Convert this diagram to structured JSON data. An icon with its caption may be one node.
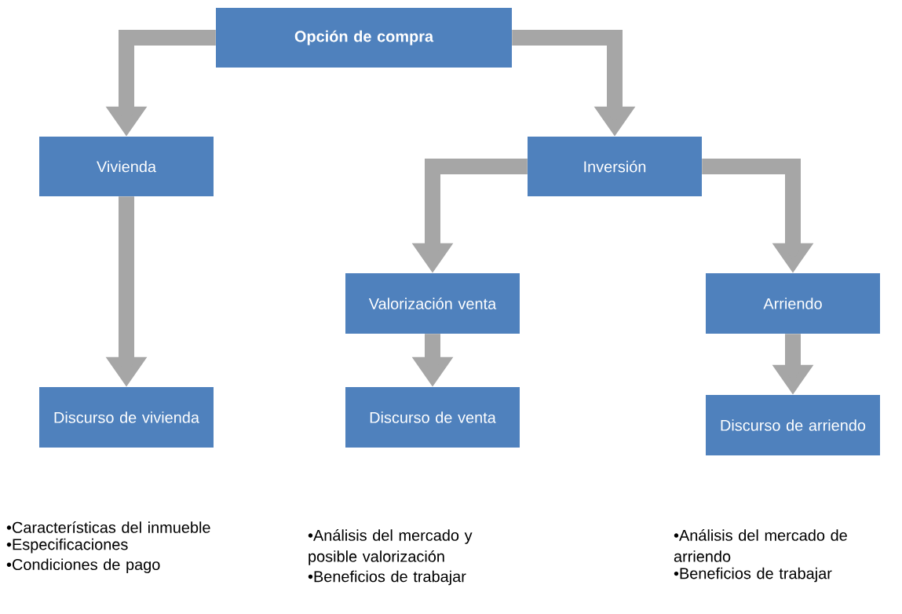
{
  "diagram": {
    "nodes": [
      {
        "text": [
          "Opción de compra"
        ]
      },
      {
        "text": [
          "Vivienda"
        ]
      },
      {
        "text": [
          "Inversión"
        ]
      },
      {
        "text": [
          "Valorización venta"
        ]
      },
      {
        "text": [
          "Arriendo"
        ]
      },
      {
        "text": [
          "Discurso de vivienda"
        ]
      },
      {
        "text": [
          "Discurso de venta"
        ]
      },
      {
        "text": [
          "Discurso de arriendo"
        ]
      }
    ],
    "edges": [
      {
        "from": 0,
        "to": 1,
        "arrow": "to"
      },
      {
        "from": 0,
        "to": 2,
        "arrow": "to"
      },
      {
        "from": 1,
        "to": 5,
        "arrow": "to"
      },
      {
        "from": 2,
        "to": 3,
        "arrow": "to"
      },
      {
        "from": 2,
        "to": 4,
        "arrow": "to"
      },
      {
        "from": 3,
        "to": 6,
        "arrow": "to"
      },
      {
        "from": 4,
        "to": 7,
        "arrow": "to"
      }
    ],
    "labels": [
      "•Características del inmueble",
      "•Especificaciones",
      "•Condiciones de pago",
      "•Análisis del mercado y posible valorización",
      "•Beneficios de trabajar",
      "•Análisis del mercado de arriendo",
      "•Beneficios de trabajar"
    ]
  }
}
